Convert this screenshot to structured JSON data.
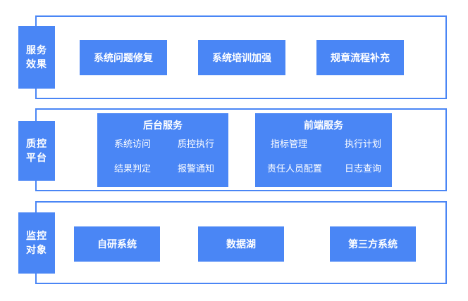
{
  "colors": {
    "accent": "#4a86f5",
    "text_on_accent": "#ffffff",
    "background": "#ffffff"
  },
  "layers": [
    {
      "tag": [
        "服务",
        "效果"
      ],
      "boxes": [
        "系统问题修复",
        "系统培训加强",
        "规章流程补充"
      ]
    },
    {
      "tag": [
        "质控",
        "平台"
      ],
      "groups": [
        {
          "title": "后台服务",
          "items": [
            "系统访问",
            "质控执行",
            "结果判定",
            "报警通知"
          ]
        },
        {
          "title": "前端服务",
          "items": [
            "指标管理",
            "执行计划",
            "责任人员配置",
            "日志查询"
          ]
        }
      ]
    },
    {
      "tag": [
        "监控",
        "对象"
      ],
      "boxes": [
        "自研系统",
        "数据湖",
        "第三方系统"
      ]
    }
  ]
}
